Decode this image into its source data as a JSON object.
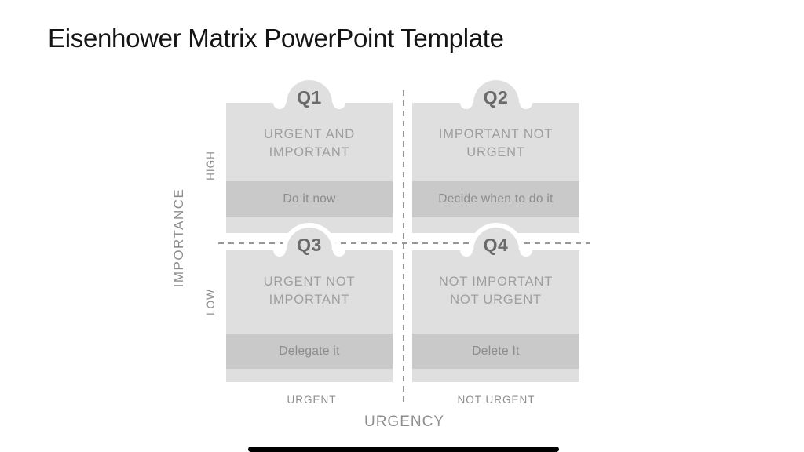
{
  "slide": {
    "title": "Eisenhower Matrix PowerPoint Template"
  },
  "matrix": {
    "quadrants": [
      {
        "label": "Q1",
        "title_line1": "URGENT AND",
        "title_line2": "IMPORTANT",
        "action": "Do it now"
      },
      {
        "label": "Q2",
        "title_line1": "IMPORTANT NOT",
        "title_line2": "URGENT",
        "action": "Decide when to do it"
      },
      {
        "label": "Q3",
        "title_line1": "URGENT NOT",
        "title_line2": "IMPORTANT",
        "action": "Delegate it"
      },
      {
        "label": "Q4",
        "title_line1": "NOT IMPORTANT",
        "title_line2": "NOT URGENT",
        "action": "Delete It"
      }
    ],
    "y_axis": {
      "label": "IMPORTANCE",
      "high": "HIGH",
      "low": "LOW"
    },
    "x_axis": {
      "label": "URGENCY",
      "left": "URGENT",
      "right": "NOT URGENT"
    }
  },
  "colors": {
    "card_background": "#dfdfdf",
    "action_band": "#c9c9c9",
    "quadrant_label_text": "#6a6a6a",
    "quadrant_title_text": "#9e9e9e",
    "action_text": "#8c8c8c",
    "axis_text": "#8d8d8d",
    "dashed_line": "#979797",
    "slide_title_text": "#141414",
    "background": "#ffffff"
  }
}
